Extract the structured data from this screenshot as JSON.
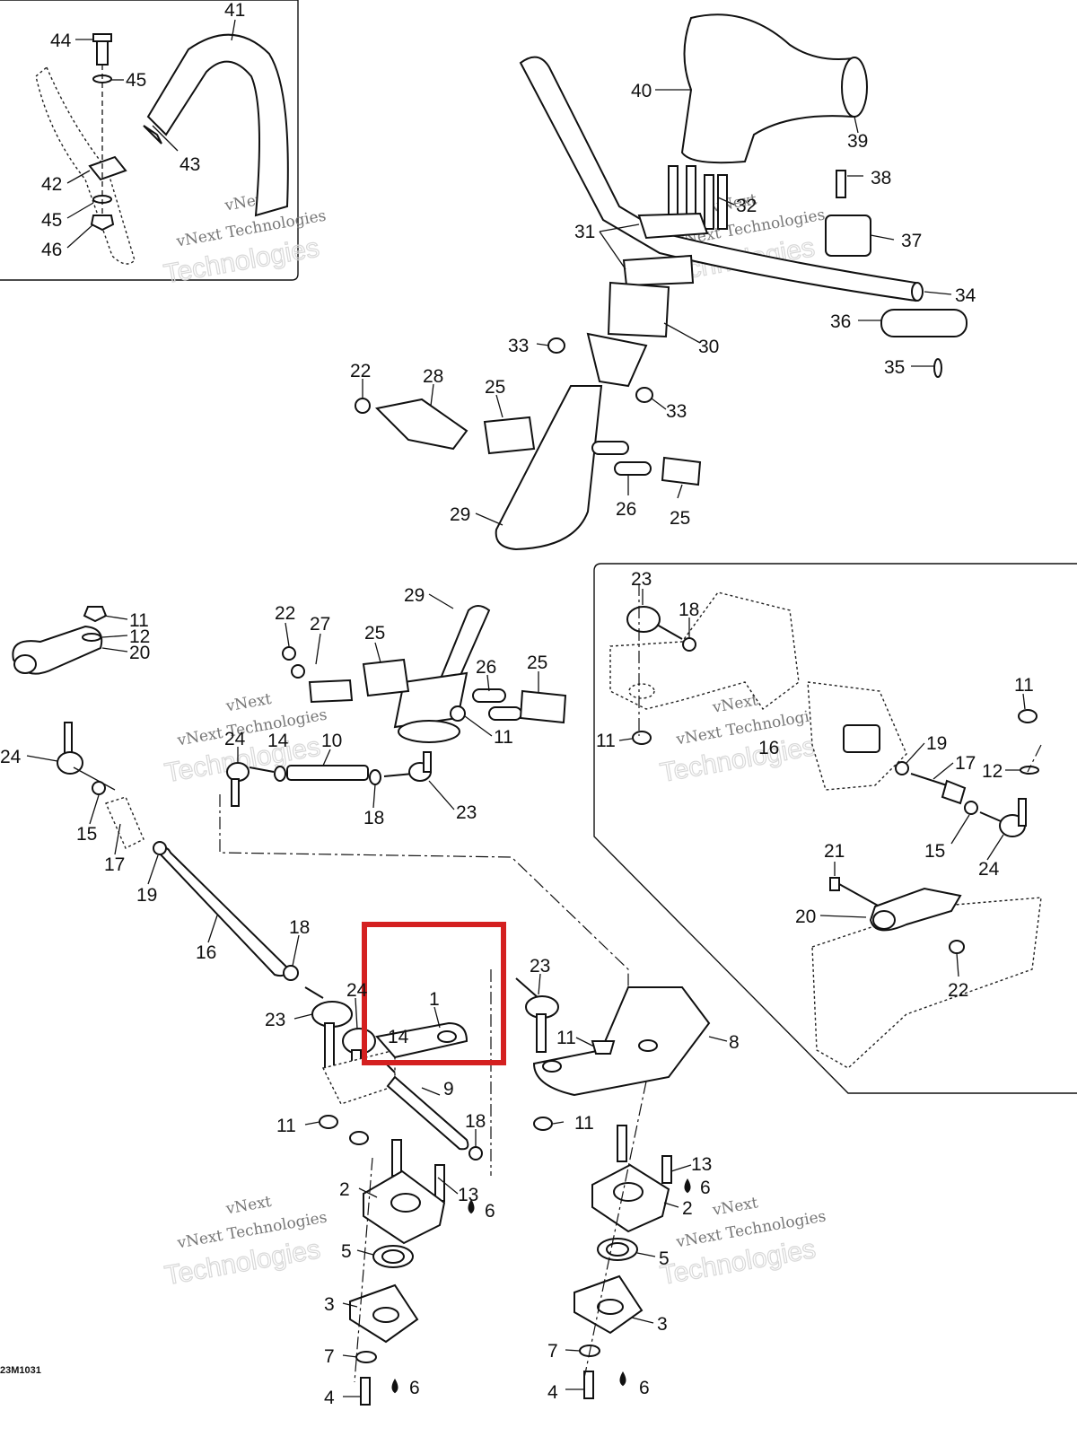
{
  "drawing_code": "23M1031",
  "watermark": {
    "line1": "vNext",
    "line2": "Technologies",
    "full": "vNext Technologies"
  },
  "highlight_color": "#d42020",
  "callouts": {
    "c41": "41",
    "c44": "44",
    "c45a": "45",
    "c43": "43",
    "c42": "42",
    "c45b": "45",
    "c46": "46",
    "c40": "40",
    "c39": "39",
    "c38": "38",
    "c32": "32",
    "c31": "31",
    "c37": "37",
    "c34": "34",
    "c30": "30",
    "c36": "36",
    "c33a": "33",
    "c35": "35",
    "c22a": "22",
    "c28": "28",
    "c25a": "25",
    "c33b": "33",
    "c26a": "26",
    "c29a": "29",
    "c25b": "25",
    "c11a": "11",
    "c12a": "12",
    "c20a": "20",
    "c22b": "22",
    "c27": "27",
    "c25c": "25",
    "c29b": "29",
    "c26b": "26",
    "c25d": "25",
    "c11b": "11",
    "c24a": "24",
    "c24b": "24",
    "c14a": "14",
    "c10": "10",
    "c18a": "18",
    "c23a": "23",
    "c15a": "15",
    "c17a": "17",
    "c19a": "19",
    "c16": "16",
    "c18b": "18",
    "c23b": "23",
    "c24c": "24",
    "c14b": "14",
    "c1": "1",
    "c23c": "23",
    "c11c": "11",
    "c8": "8",
    "c9": "9",
    "c11d": "11",
    "c11e": "11",
    "c18c": "18",
    "c2a": "2",
    "c13a": "13",
    "c6a": "6",
    "c5a": "5",
    "c3a": "3",
    "c7a": "7",
    "c6b": "6",
    "c4a": "4",
    "c13b": "13",
    "c6c": "6",
    "c2b": "2",
    "c5b": "5",
    "c3b": "3",
    "c7b": "7",
    "c6d": "6",
    "c4b": "4",
    "c23d": "23",
    "c18d": "18",
    "c11f": "11",
    "c11g": "11",
    "c16b": "16",
    "c19b": "19",
    "c17b": "17",
    "c12b": "12",
    "c15b": "15",
    "c24d": "24",
    "c21": "21",
    "c20b": "20",
    "c22c": "22"
  }
}
